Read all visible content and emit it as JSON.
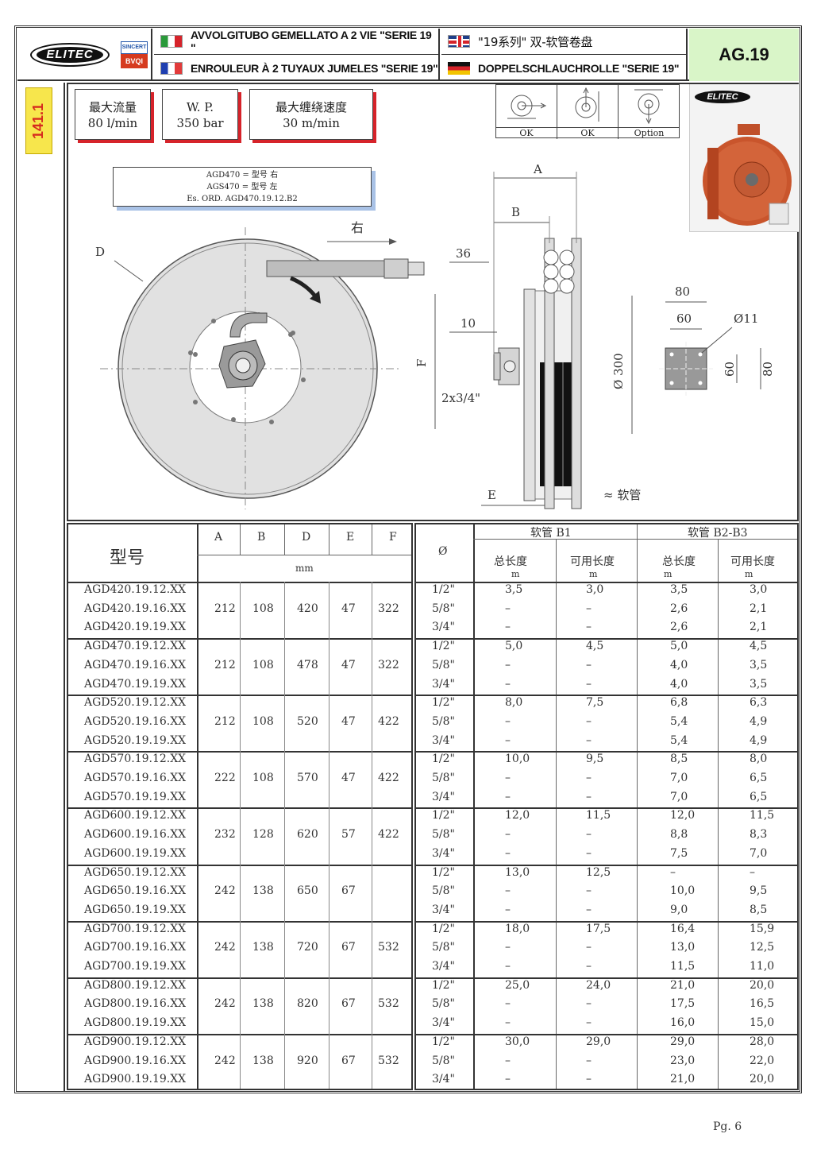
{
  "header": {
    "logo_text": "ELITEC",
    "cert_top": "SINCERT",
    "cert_bottom": "BVQI",
    "title_it": "AVVOLGITUBO GEMELLATO A 2 VIE  \"SERIE 19 \"",
    "title_fr": "ENROULEUR  À 2 TUYAUX JUMELES \"SERIE 19\"",
    "title_cn": "\"19系列\" 双-软管卷盘",
    "title_de": "DOPPELSCHLAUCHROLLE \"SERIE 19\"",
    "code": "AG.19",
    "colors": {
      "code_bg": "#d9f5c8",
      "side_badge": "#f7e64c",
      "side_text": "#d62a1e"
    }
  },
  "side_code": "141.1",
  "specs": [
    {
      "label": "最大流量",
      "value": "80 l/min"
    },
    {
      "label": "W. P.",
      "value": "350 bar"
    },
    {
      "label": "最大缠绕速度",
      "value": "30 m/min"
    }
  ],
  "note": {
    "line1": "AGD470 = 型号 右",
    "line2": "AGS470 = 型号 左",
    "line3": "Es. ORD. AGD470.19.12.B2"
  },
  "mount_options": [
    "OK",
    "OK",
    "Option"
  ],
  "photo_logo": "ELITEC",
  "drawing": {
    "dir_label": "右",
    "label_D": "D",
    "label_A": "A",
    "label_B": "B",
    "label_F": "F",
    "label_E": "E",
    "dim_36": "36",
    "dim_10": "10",
    "thread": "2x3/4\"",
    "dia_300": "Ø 300",
    "hose_label": "≈ 软管",
    "plate_80_top": "80",
    "plate_60_top": "60",
    "plate_hole": "Ø11",
    "plate_60_side": "60",
    "plate_80_side": "80"
  },
  "table": {
    "model_header": "型号",
    "dims": [
      "A",
      "B",
      "D",
      "E",
      "F"
    ],
    "unit": "mm",
    "dia_header": "Ø",
    "hose_b1": "软管 B1",
    "hose_b2b3": "软管 B2-B3",
    "total_len": "总长度",
    "usable_len": "可用长度",
    "m": "m",
    "groups": [
      {
        "models": [
          "AGD420.19.12.XX",
          "AGD420.19.16.XX",
          "AGD420.19.19.XX"
        ],
        "A": "212",
        "B": "108",
        "D": "420",
        "E": "47",
        "F": "322",
        "rows": [
          [
            "1/2\"",
            "3,5",
            "3,0",
            "3,5",
            "3,0"
          ],
          [
            "5/8\"",
            "–",
            "–",
            "2,6",
            "2,1"
          ],
          [
            "3/4\"",
            "–",
            "–",
            "2,6",
            "2,1"
          ]
        ]
      },
      {
        "models": [
          "AGD470.19.12.XX",
          "AGD470.19.16.XX",
          "AGD470.19.19.XX"
        ],
        "A": "212",
        "B": "108",
        "D": "478",
        "E": "47",
        "F": "322",
        "rows": [
          [
            "1/2\"",
            "5,0",
            "4,5",
            "5,0",
            "4,5"
          ],
          [
            "5/8\"",
            "–",
            "–",
            "4,0",
            "3,5"
          ],
          [
            "3/4\"",
            "–",
            "–",
            "4,0",
            "3,5"
          ]
        ]
      },
      {
        "models": [
          "AGD520.19.12.XX",
          "AGD520.19.16.XX",
          "AGD520.19.19.XX"
        ],
        "A": "212",
        "B": "108",
        "D": "520",
        "E": "47",
        "F": "422",
        "rows": [
          [
            "1/2\"",
            "8,0",
            "7,5",
            "6,8",
            "6,3"
          ],
          [
            "5/8\"",
            "–",
            "–",
            "5,4",
            "4,9"
          ],
          [
            "3/4\"",
            "–",
            "–",
            "5,4",
            "4,9"
          ]
        ]
      },
      {
        "models": [
          "AGD570.19.12.XX",
          "AGD570.19.16.XX",
          "AGD570.19.19.XX"
        ],
        "A": "222",
        "B": "108",
        "D": "570",
        "E": "47",
        "F": "422",
        "rows": [
          [
            "1/2\"",
            "10,0",
            "9,5",
            "8,5",
            "8,0"
          ],
          [
            "5/8\"",
            "–",
            "–",
            "7,0",
            "6,5"
          ],
          [
            "3/4\"",
            "–",
            "–",
            "7,0",
            "6,5"
          ]
        ]
      },
      {
        "models": [
          "AGD600.19.12.XX",
          "AGD600.19.16.XX",
          "AGD600.19.19.XX"
        ],
        "A": "232",
        "B": "128",
        "D": "620",
        "E": "57",
        "F": "422",
        "rows": [
          [
            "1/2\"",
            "12,0",
            "11,5",
            "12,0",
            "11,5"
          ],
          [
            "5/8\"",
            "–",
            "–",
            "8,8",
            "8,3"
          ],
          [
            "3/4\"",
            "–",
            "–",
            "7,5",
            "7,0"
          ]
        ]
      },
      {
        "models": [
          "AGD650.19.12.XX",
          "AGD650.19.16.XX",
          "AGD650.19.19.XX"
        ],
        "A": "242",
        "B": "138",
        "D": "650",
        "E": "67",
        "F": "",
        "rows": [
          [
            "1/2\"",
            "13,0",
            "12,5",
            "–",
            "–"
          ],
          [
            "5/8\"",
            "–",
            "–",
            "10,0",
            "9,5"
          ],
          [
            "3/4\"",
            "–",
            "–",
            "9,0",
            "8,5"
          ]
        ]
      },
      {
        "models": [
          "AGD700.19.12.XX",
          "AGD700.19.16.XX",
          "AGD700.19.19.XX"
        ],
        "A": "242",
        "B": "138",
        "D": "720",
        "E": "67",
        "F": "532",
        "rows": [
          [
            "1/2\"",
            "18,0",
            "17,5",
            "16,4",
            "15,9"
          ],
          [
            "5/8\"",
            "–",
            "–",
            "13,0",
            "12,5"
          ],
          [
            "3/4\"",
            "–",
            "–",
            "11,5",
            "11,0"
          ]
        ]
      },
      {
        "models": [
          "AGD800.19.12.XX",
          "AGD800.19.16.XX",
          "AGD800.19.19.XX"
        ],
        "A": "242",
        "B": "138",
        "D": "820",
        "E": "67",
        "F": "532",
        "rows": [
          [
            "1/2\"",
            "25,0",
            "24,0",
            "21,0",
            "20,0"
          ],
          [
            "5/8\"",
            "–",
            "–",
            "17,5",
            "16,5"
          ],
          [
            "3/4\"",
            "–",
            "–",
            "16,0",
            "15,0"
          ]
        ]
      },
      {
        "models": [
          "AGD900.19.12.XX",
          "AGD900.19.16.XX",
          "AGD900.19.19.XX"
        ],
        "A": "242",
        "B": "138",
        "D": "920",
        "E": "67",
        "F": "532",
        "rows": [
          [
            "1/2\"",
            "30,0",
            "29,0",
            "29,0",
            "28,0"
          ],
          [
            "5/8\"",
            "–",
            "–",
            "23,0",
            "22,0"
          ],
          [
            "3/4\"",
            "–",
            "–",
            "21,0",
            "20,0"
          ]
        ]
      }
    ]
  },
  "page_number": "Pg.  6"
}
